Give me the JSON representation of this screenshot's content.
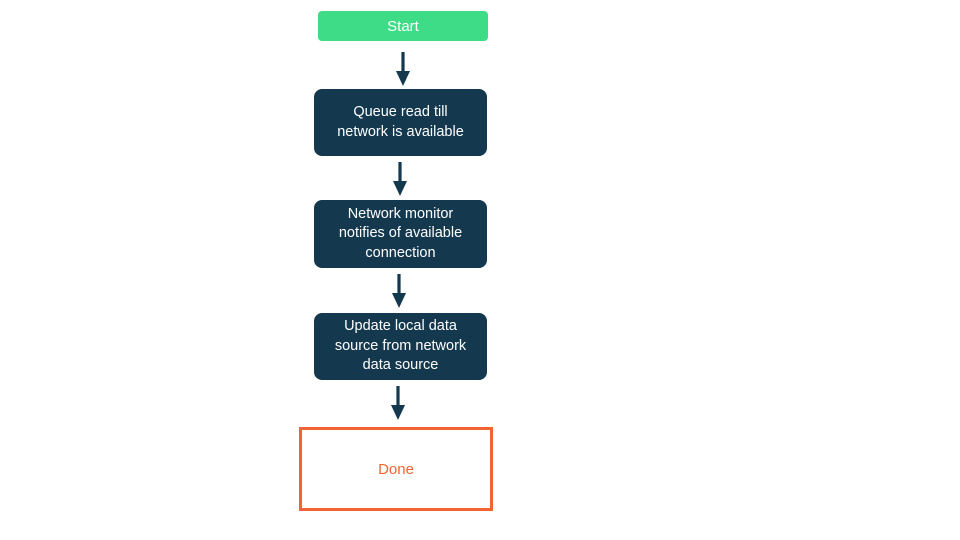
{
  "diagram": {
    "type": "flowchart",
    "direction": "top-down",
    "background": "#ffffff",
    "colors": {
      "start_fill": "#3edc86",
      "process_fill": "#14384e",
      "process_text": "#ffffff",
      "start_text": "#ffffff",
      "end_border": "#f26532",
      "end_text": "#f26532",
      "arrow": "#14384e"
    },
    "nodes": [
      {
        "id": "start",
        "kind": "start",
        "label": "Start"
      },
      {
        "id": "queue-read",
        "kind": "process",
        "label": "Queue read till\nnetwork is available"
      },
      {
        "id": "network-monitor",
        "kind": "process",
        "label": "Network monitor\nnotifies of available\nconnection"
      },
      {
        "id": "update-local",
        "kind": "process",
        "label": "Update local data\nsource from network\ndata source"
      },
      {
        "id": "done",
        "kind": "end",
        "label": "Done"
      }
    ],
    "edges": [
      {
        "from": "start",
        "to": "queue-read"
      },
      {
        "from": "queue-read",
        "to": "network-monitor"
      },
      {
        "from": "network-monitor",
        "to": "update-local"
      },
      {
        "from": "update-local",
        "to": "done"
      }
    ]
  }
}
